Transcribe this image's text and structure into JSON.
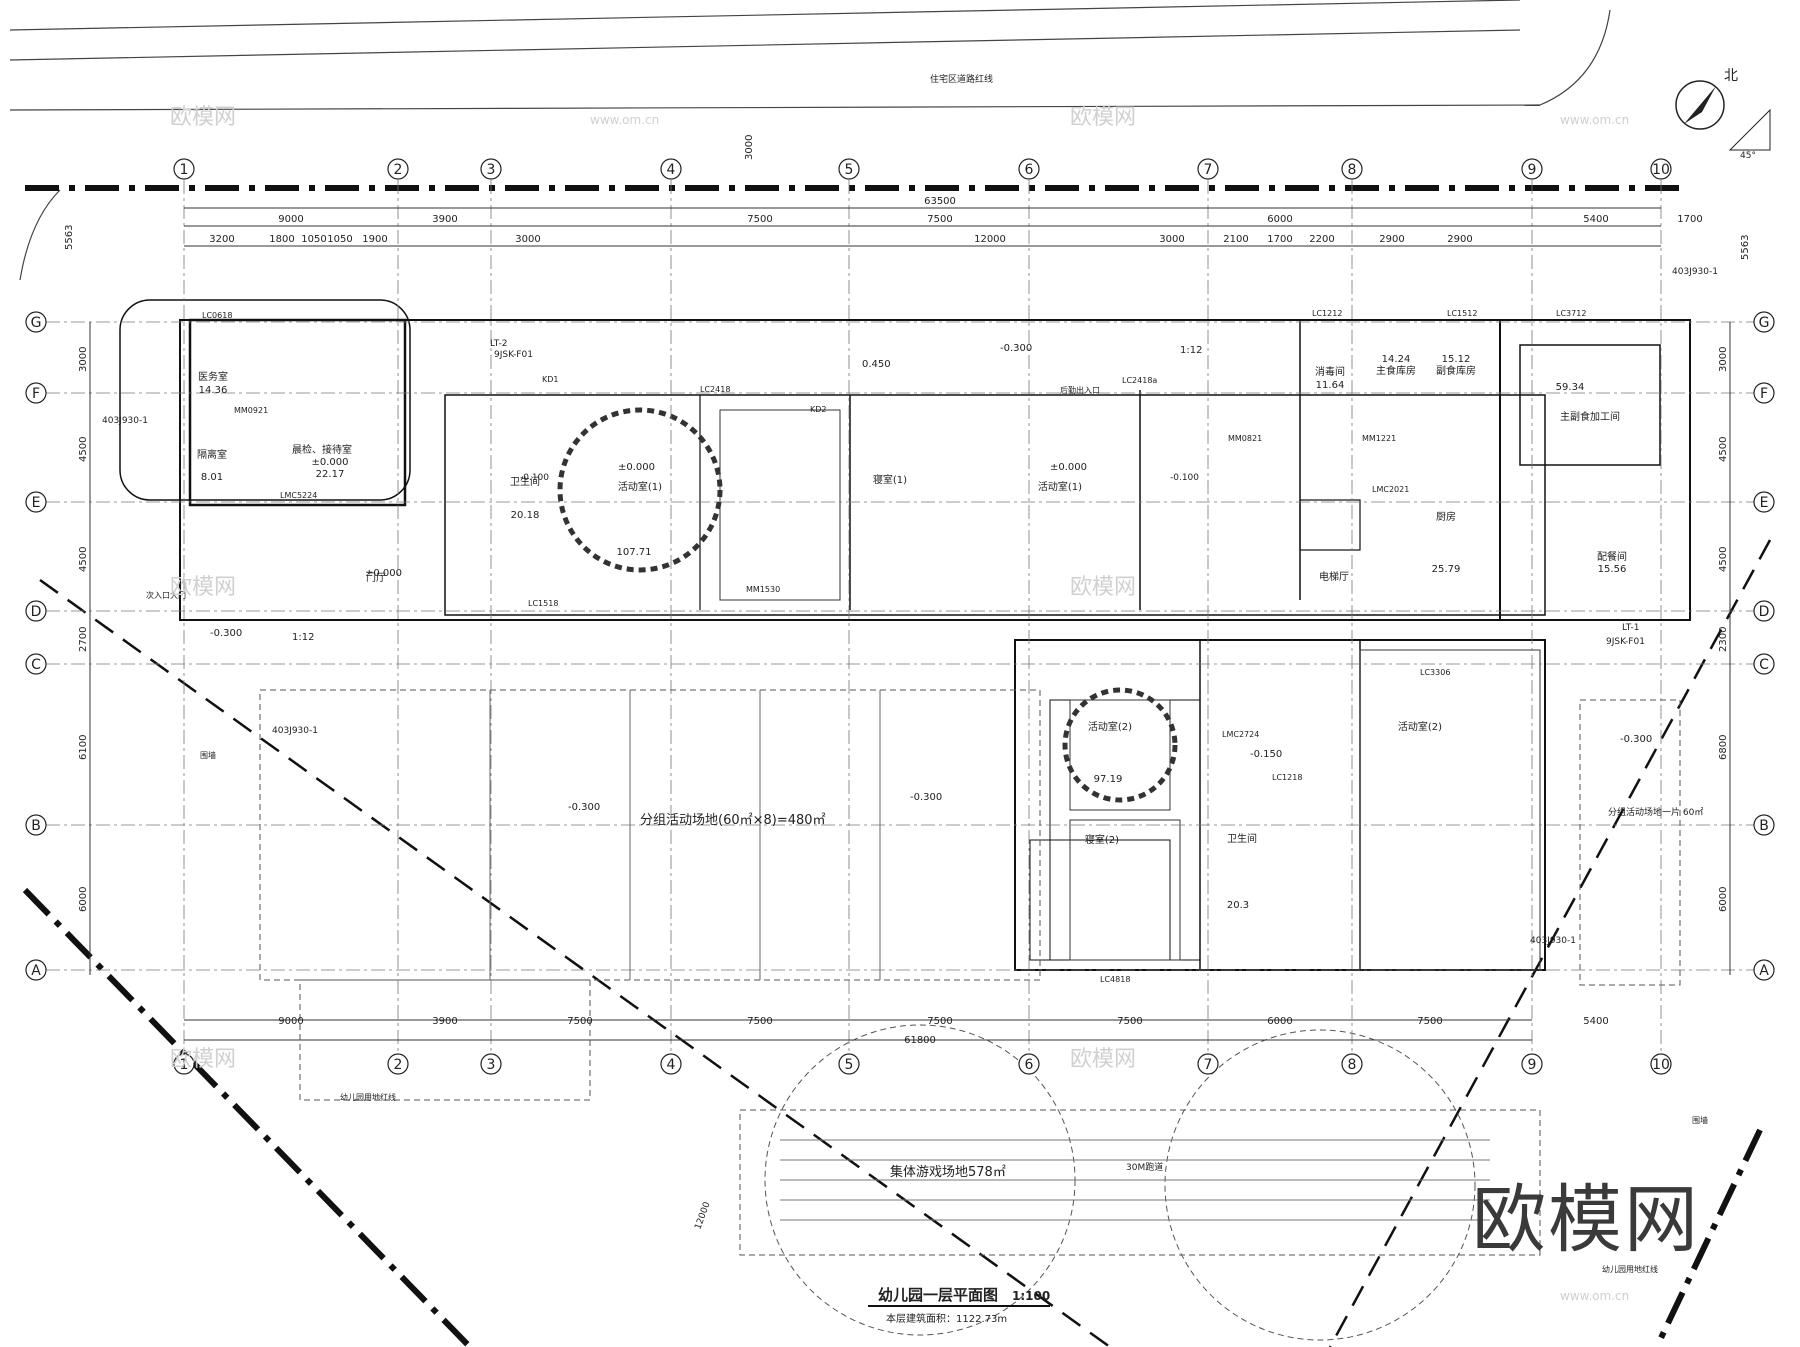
{
  "drawing": {
    "title": "幼儿园一层平面图",
    "scale": "1:100",
    "area_note": "本层建筑面积：1122.73m",
    "north": "北",
    "north_angle": "45°",
    "road_label": "住宅区道路红线",
    "brand_watermark": "欧模网",
    "tile_watermark": "欧模网",
    "url_watermark": "www.om.cn"
  },
  "axes": {
    "columns": [
      "1",
      "2",
      "3",
      "4",
      "5",
      "6",
      "7",
      "8",
      "9",
      "10"
    ],
    "rows": [
      "G",
      "F",
      "E",
      "D",
      "C",
      "B",
      "A"
    ]
  },
  "dimensions": {
    "overall_top": "63500",
    "overall_bottom": "61800",
    "top_bays": [
      "9000",
      "3900",
      "7500",
      "7500",
      "6000",
      "5400",
      "1700"
    ],
    "top_sub": [
      "3200",
      "1800",
      "1050",
      "1050",
      "1900",
      "3000",
      "12000",
      "3000",
      "2100",
      "1700",
      "2200",
      "2900",
      "2900"
    ],
    "bottom_bays": [
      "9000",
      "3900",
      "7500",
      "7500",
      "7500",
      "7500",
      "6000",
      "7500",
      "5400"
    ],
    "left_rows": [
      "3000",
      "4500",
      "4500",
      "2700",
      "6100",
      "6000"
    ],
    "right_rows": [
      "3000",
      "4500",
      "4500",
      "2300",
      "6800",
      "6000"
    ],
    "top_offset": "3000",
    "left_top": "5563",
    "right_top": "5563"
  },
  "rooms": [
    {
      "name": "医务室",
      "area": "14.36"
    },
    {
      "name": "隔离室",
      "area": "8.01"
    },
    {
      "name": "晨检、接待室",
      "level": "±0.000",
      "area": "22.17"
    },
    {
      "name": "活动室(1)",
      "area": "107.71"
    },
    {
      "name": "寝室(1)"
    },
    {
      "name": "活动室(1)"
    },
    {
      "name": "卫生间",
      "area": "20.18"
    },
    {
      "name": "消毒间",
      "area": "11.64"
    },
    {
      "name": "主食库房",
      "area": "14.24"
    },
    {
      "name": "副食库房",
      "area": "15.12"
    },
    {
      "name": "主副食加工间",
      "area": "59.34"
    },
    {
      "name": "厨房",
      "area": "25.79"
    },
    {
      "name": "配餐间",
      "area": "15.56"
    },
    {
      "name": "活动室(2)",
      "area": "97.19"
    },
    {
      "name": "寝室(2)"
    },
    {
      "name": "活动室(2)"
    },
    {
      "name": "卫生间",
      "area": "20.3"
    },
    {
      "name": "门厅"
    },
    {
      "name": "电梯厅"
    }
  ],
  "labels": {
    "group_yard": "分组活动场地(60㎡×8)=480㎡",
    "group_yard_small": "分组活动场地一片 60㎡",
    "collective_yard": "集体游戏场地578㎡",
    "track": "30M跑道",
    "kindergarten_line": "幼儿园用地红线",
    "enclosure": "围墙",
    "secondary_entrance": "次入口大门",
    "main_entrance": "后勤出入口",
    "level_zero": "±0.000",
    "level_m030": "-0.300",
    "level_m015": "-0.150",
    "level_m010": "-0.100",
    "level_045": "0.450",
    "ramp": "1:12",
    "diag_dim": "12000"
  },
  "stairs": [
    "LT-1",
    "LT-2"
  ],
  "callouts": [
    "403J930-1",
    "9JSK-F01"
  ],
  "doors": [
    "MM0921",
    "MM1530",
    "MM1221",
    "MM0821",
    "KD1",
    "KD2",
    "LMC5224",
    "LMC2724",
    "LMC2021"
  ],
  "windows": [
    "LC2418",
    "LC1518",
    "LC0618",
    "LC4818",
    "LC3306",
    "LC1212",
    "LC1512",
    "LC3712",
    "LC1218",
    "LC2418a"
  ]
}
